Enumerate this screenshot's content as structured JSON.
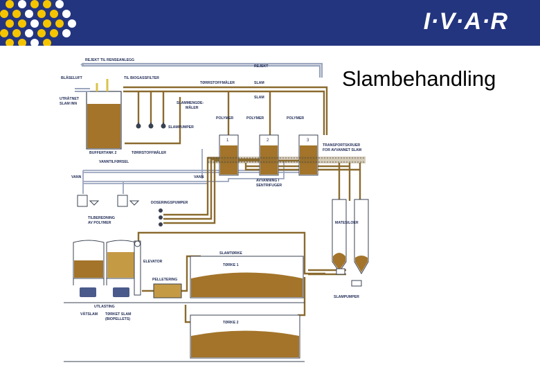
{
  "header": {
    "logo_text": "I·V·A·R",
    "title": "Slambehandling",
    "banner_color": "#24357f",
    "dot_colors": [
      "#f5c400",
      "#ffffff"
    ]
  },
  "diagram": {
    "colors": {
      "sludge": "#a3742a",
      "sludge_pipe": "#8a6a2e",
      "water_pipe": "#9aa5bd",
      "outline": "#3a4150",
      "pellets": "#c49a45"
    },
    "labels": {
      "reject_to_plant": "REJEKT TIL RENSEANLEGG",
      "reject": "REJEKT",
      "blower_air": "BLÅSELUFT",
      "to_biogas_filter": "TIL BIOGASSFILTER",
      "thickened_sludge_in": [
        "UTRÅTNET",
        "SLAM INN"
      ],
      "dry_matter_meter_top": "TØRRSTOFFMÅLER",
      "sludge_1": "SLAM",
      "sludge_2": "SLAM",
      "sludge_volume_meter": [
        "SLAMMENGDE-",
        "MÅLER"
      ],
      "sludge_pumps": "SLAMPUMPER",
      "polymer_1": "POLYMER",
      "polymer_2": "POLYMER",
      "polymer_3": "POLYMER",
      "buffer_tank": "BUFFERTANK 2",
      "dry_matter_meter_bottom": "TØRRSTOFFMÅLER",
      "water_supply": "VANNTILFØRSEL",
      "transport_screws": [
        "TRANSPORTSKRUER",
        "FOR AVVANNET SLAM"
      ],
      "water_left": "VANN",
      "water_right": "VANN",
      "dewatering": [
        "AVVANNING I",
        "SENTRIFUGER"
      ],
      "dosing_pumps": "DOSERINGSPUMPER",
      "polymer_prep": [
        "TILBEREDNING",
        "AV POLYMER"
      ],
      "silos": "MATESILOER",
      "sludge_dryer": "SLAMTØRKE",
      "elevator": "ELEVATOR",
      "dryer_1": "TØRKE 1",
      "pelletizing": "PELLETERING",
      "loading": "UTLASTING",
      "wet_sludge": "VÅTSLAM",
      "dried_sludge": [
        "TØRKET SLAM",
        "(BIOPELLETS)"
      ],
      "sludge_pumps_bottom": "SLAMPUMPER",
      "dryer_2": "TØRKE 2"
    },
    "centrifuges": [
      "1",
      "2",
      "3"
    ]
  }
}
